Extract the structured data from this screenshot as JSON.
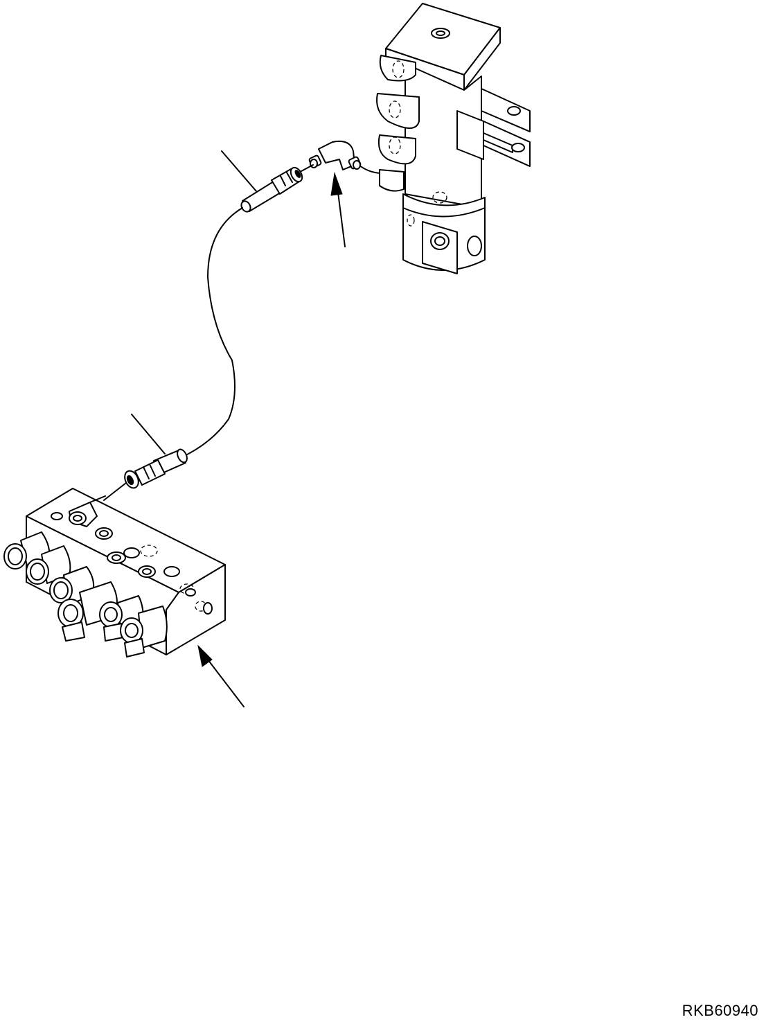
{
  "drawing": {
    "code": "RKB60940",
    "background": "#ffffff",
    "line_color": "#000000",
    "parts": [
      "lift-cylinder-valve",
      "elbow-fitting",
      "quick-coupler-upper",
      "hose",
      "quick-coupler-lower",
      "solenoid-valve-block"
    ]
  }
}
